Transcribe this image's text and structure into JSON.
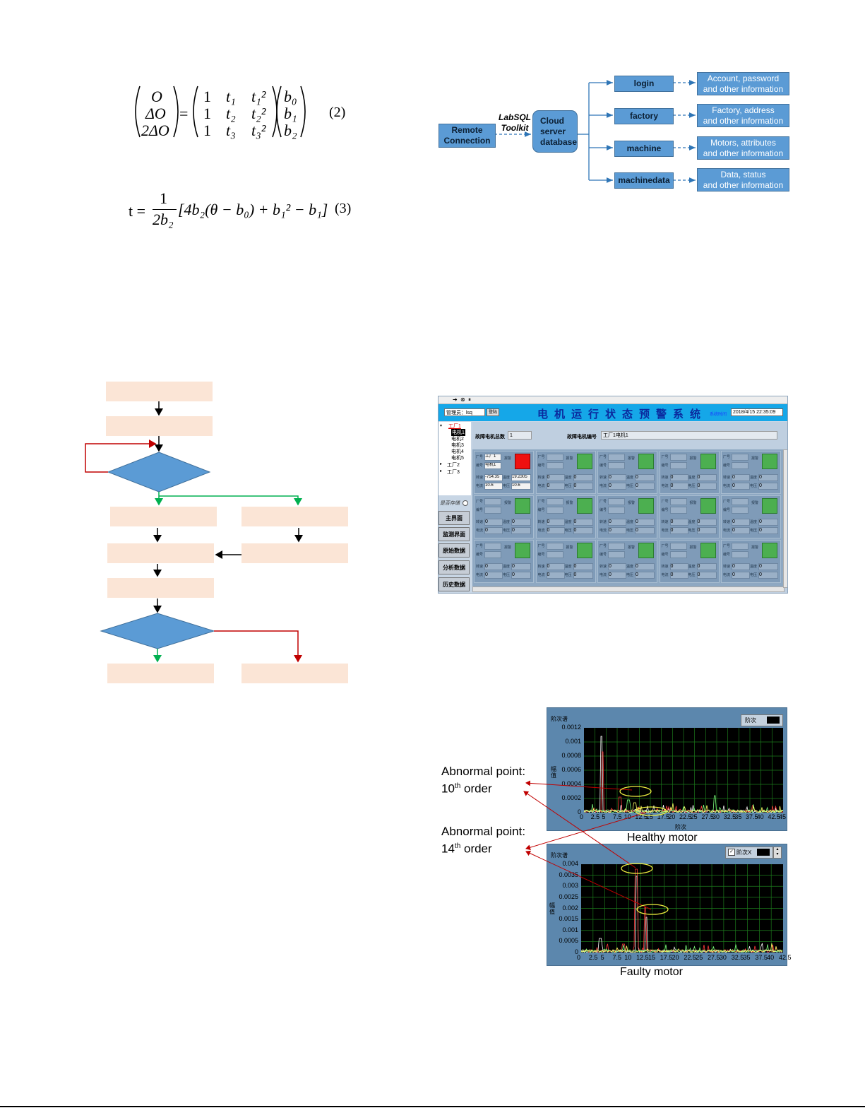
{
  "equations": {
    "eq2": {
      "lhs": [
        "O",
        "ΔO",
        "2ΔO"
      ],
      "matrix_rows": [
        [
          "1",
          "t₁",
          "t₁²"
        ],
        [
          "1",
          "t₂",
          "t₂²"
        ],
        [
          "1",
          "t₃",
          "t₃²"
        ]
      ],
      "rhs": [
        "b₀",
        "b₁",
        "b₂"
      ],
      "number": "(2)"
    },
    "eq3": {
      "prefix": "t =",
      "numerator": "1",
      "denominator": "2b₂",
      "body": "[4b₂(θ − b₀) + b₁² − b₁]",
      "number": "(3)"
    }
  },
  "db_diagram": {
    "remote": [
      "Remote",
      "Connection"
    ],
    "toolkit": [
      "LabSQL",
      "Toolkit"
    ],
    "server": [
      "Cloud",
      "server",
      "database"
    ],
    "tables": [
      "login",
      "factory",
      "machine",
      "machinedata"
    ],
    "infos": [
      [
        "Account, password",
        "and other information"
      ],
      [
        "Factory, address",
        "and other information"
      ],
      [
        "Motors, attributes",
        "and other information"
      ],
      [
        "Data, status",
        "and other information"
      ]
    ],
    "colors": {
      "box": "#5b9bd5",
      "line": "#2e75b6"
    }
  },
  "flowchart": {
    "colors": {
      "rect": "#fbe5d6",
      "diamond": "#5b9bd5",
      "black": "#000000",
      "green": "#00b050",
      "red": "#c00000"
    }
  },
  "hmi": {
    "title": "电机运行状态预警系统",
    "user_field": "管理员：lsq",
    "login_btn": "登陆",
    "time_label": "系统时间",
    "time_value": "2018/4/15 22:35:09",
    "tree": [
      "工厂1",
      "电机1",
      "电机2",
      "电机3",
      "电机4",
      "电机5",
      "工厂2",
      "工厂3"
    ],
    "storage_label": "是否存储",
    "nav": [
      "主界面",
      "监测界面",
      "原始数据",
      "分析数据",
      "历史数据"
    ],
    "fault_count_label": "故障电机总数",
    "fault_count": "1",
    "fault_id_label": "故障电机编号",
    "fault_id": "工厂1电机1",
    "panel_labels": {
      "factory": "厂号",
      "code": "编号",
      "alarm": "报警",
      "speed": "转速",
      "temp": "温度",
      "current": "电流",
      "voltage": "电压"
    },
    "panel1": {
      "factory": "工厂1",
      "code": "电机1",
      "speed": "-754.35",
      "temp": "19.2305",
      "current": "10.6",
      "voltage": "10.6"
    },
    "zero": "0"
  },
  "spectrum": {
    "healthy": {
      "graph_title": "阶次谱",
      "legend": "阶次",
      "yticks": [
        "0.0012",
        "0.001",
        "0.0008",
        "0.0006",
        "0.0004",
        "0.0002",
        "0"
      ],
      "xticks": [
        "0",
        "2.5",
        "5",
        "7.5",
        "10",
        "12.5",
        "15",
        "17.5",
        "20",
        "22.5",
        "25",
        "27.5",
        "30",
        "32.5",
        "35",
        "37.5",
        "40",
        "42.5",
        "45"
      ],
      "xlabel": "阶次",
      "ylabel": "幅值",
      "caption": "Healthy motor"
    },
    "faulty": {
      "graph_title": "阶次谱",
      "legend": "阶次X",
      "yticks": [
        "0.004",
        "0.0035",
        "0.003",
        "0.0025",
        "0.002",
        "0.0015",
        "0.001",
        "0.0005",
        "0"
      ],
      "xticks": [
        "0",
        "2.5",
        "5",
        "7.5",
        "10",
        "12.5",
        "15",
        "17.5",
        "20",
        "22.5",
        "25",
        "27.5",
        "30",
        "32.5",
        "35",
        "37.5",
        "40",
        "42.5"
      ],
      "ylabel": "幅值",
      "caption": "Faulty motor"
    },
    "annotations": {
      "a1_line1": "Abnormal point:",
      "a1_num": "10",
      "a1_sup": "th",
      "a1_rest": " order",
      "a2_line1": "Abnormal point:",
      "a2_num": "14",
      "a2_sup": "th",
      "a2_rest": " order"
    }
  }
}
